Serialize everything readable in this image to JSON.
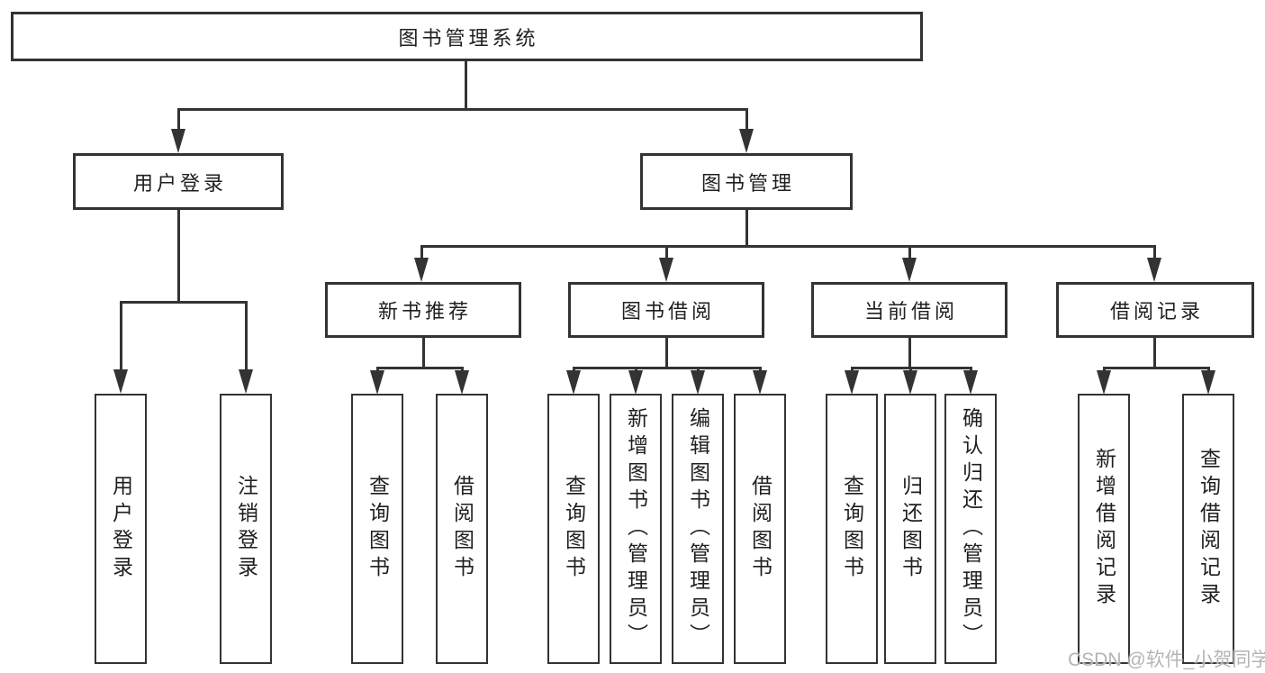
{
  "tree": {
    "root": {
      "label": "图书管理系统"
    },
    "branches": [
      {
        "label": "用户登录",
        "children": [
          {
            "label": "用户登录"
          },
          {
            "label": "注销登录"
          }
        ]
      },
      {
        "label": "图书管理",
        "children": [
          {
            "label": "新书推荐",
            "children": [
              {
                "label": "查询图书"
              },
              {
                "label": "借阅图书"
              }
            ]
          },
          {
            "label": "图书借阅",
            "children": [
              {
                "label": "查询图书"
              },
              {
                "label": "新增图书（管理员）"
              },
              {
                "label": "编辑图书（管理员）"
              },
              {
                "label": "借阅图书"
              }
            ]
          },
          {
            "label": "当前借阅",
            "children": [
              {
                "label": "查询图书"
              },
              {
                "label": "归还图书"
              },
              {
                "label": "确认归还（管理员）"
              }
            ]
          },
          {
            "label": "借阅记录",
            "children": [
              {
                "label": "新增借阅记录"
              },
              {
                "label": "查询借阅记录"
              }
            ]
          }
        ]
      }
    ]
  },
  "watermark": {
    "text": "CSDN @软件_小贺同学"
  },
  "colors": {
    "line": "#333333",
    "box_border": "#333333",
    "text": "#1f1f1f",
    "watermark": "#b4b4b4",
    "background": "#ffffff"
  }
}
